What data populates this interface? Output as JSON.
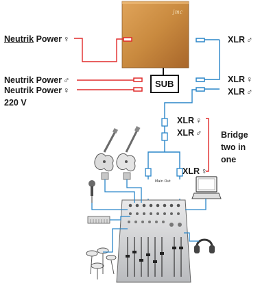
{
  "speaker": {
    "brand": "jmc"
  },
  "subwoofer": {
    "label": "SUB"
  },
  "labels": {
    "neutrik_word": "Neutrik",
    "power_word": "Power",
    "female_symbol": "♀",
    "male_symbol": "♂",
    "voltage": "220 V",
    "xlr_word": "XLR",
    "bridge_line1": "Bridge",
    "bridge_line2": "two in",
    "bridge_line3": "one",
    "main_out": "Main Out"
  },
  "colors": {
    "power_line": "#e02b2b",
    "signal_line": "#2a86c9",
    "speaker_fill": "#c8873f",
    "bridge_bracket": "#e02b2b"
  },
  "icons": [
    "electric-guitar-icon",
    "bass-guitar-icon",
    "microphone-icon",
    "keyboard-icon",
    "drum-kit-icon",
    "mixer-icon",
    "laptop-icon",
    "headphones-icon"
  ]
}
